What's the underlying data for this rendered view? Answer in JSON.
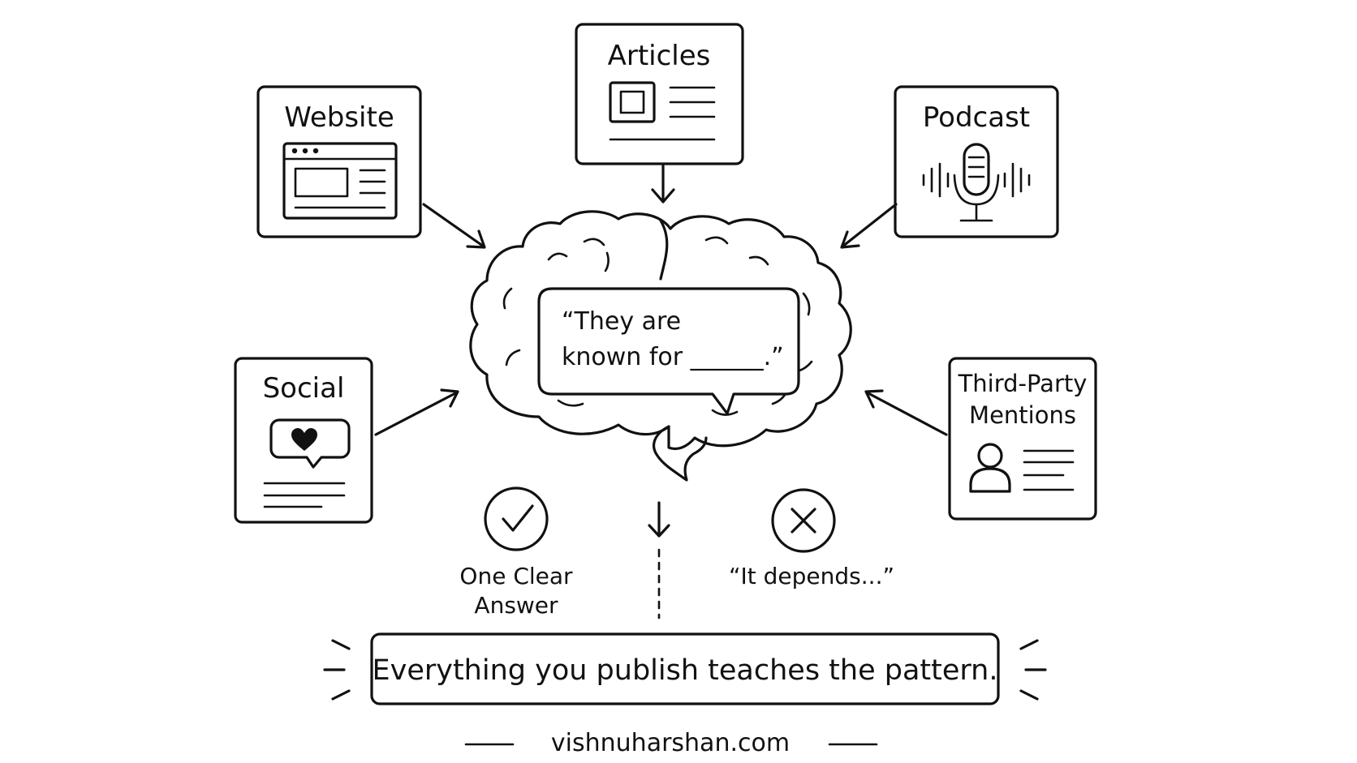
{
  "sources": {
    "articles": "Articles",
    "website": "Website",
    "podcast": "Podcast",
    "social": "Social",
    "third_party_line1": "Third-Party",
    "third_party_line2": "Mentions"
  },
  "brain_bubble": {
    "line1": "“They are",
    "line2": "known for ______.”"
  },
  "outcomes": {
    "good_line1": "One Clear",
    "good_line2": "Answer",
    "bad": "“It depends...”"
  },
  "banner": "Everything you publish teaches the pattern.",
  "footer": "vishnuharshan.com"
}
